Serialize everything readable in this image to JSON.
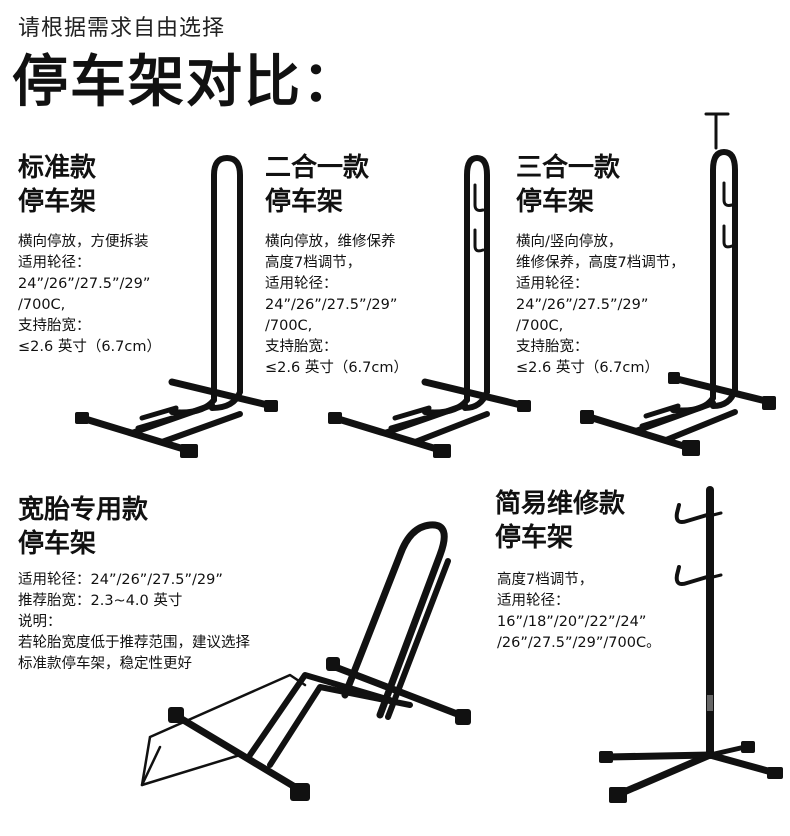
{
  "header": {
    "subtitle": "请根据需求自由选择",
    "title": "停车架对比："
  },
  "products": [
    {
      "title_line1": "标准款",
      "title_line2": "停车架",
      "desc": [
        "横向停放，方便拆装",
        "适用轮径：",
        "24”/26”/27.5”/29”",
        "/700C,",
        "支持胎宽：",
        "≤2.6 英寸（6.7cm）"
      ]
    },
    {
      "title_line1": "二合一款",
      "title_line2": "停车架",
      "desc": [
        "横向停放，维修保养",
        "高度7档调节，",
        "适用轮径：",
        "24”/26”/27.5”/29”",
        "/700C,",
        "支持胎宽：",
        "≤2.6 英寸（6.7cm）"
      ]
    },
    {
      "title_line1": "三合一款",
      "title_line2": "停车架",
      "desc": [
        "横向/竖向停放，",
        "维修保养，高度7档调节，",
        "适用轮径：",
        "24”/26”/27.5”/29”",
        "/700C,",
        "支持胎宽：",
        "≤2.6 英寸（6.7cm）"
      ]
    },
    {
      "title_line1": "宽胎专用款",
      "title_line2": "停车架",
      "desc": [
        "适用轮径：24”/26”/27.5”/29”",
        "推荐胎宽：2.3~4.0 英寸",
        "说明：",
        "若轮胎宽度低于推荐范围，建议选择",
        "标准款停车架，稳定性更好"
      ]
    },
    {
      "title_line1": "简易维修款",
      "title_line2": "停车架",
      "desc": [
        "高度7档调节，",
        "适用轮径：",
        "16”/18”/20”/22”/24”",
        "/26”/27.5”/29”/700C。"
      ]
    }
  ],
  "colors": {
    "frame": "#111111",
    "text": "#111111",
    "background": "#ffffff"
  }
}
